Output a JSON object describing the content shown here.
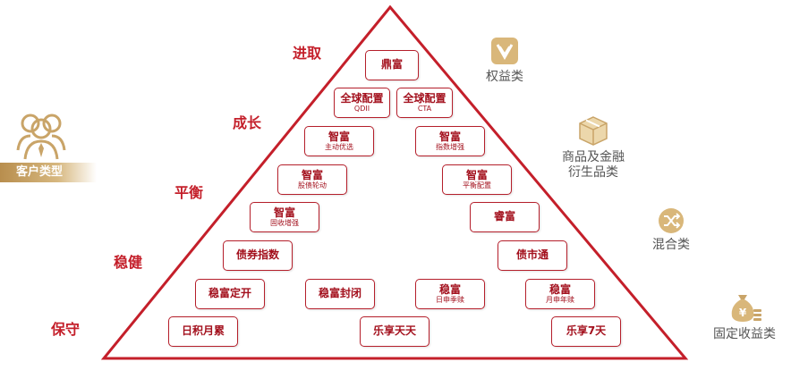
{
  "customer": {
    "label": "客户类型",
    "icon": "customer-group-icon"
  },
  "levels": {
    "aggressive": "进取",
    "growth": "成长",
    "balanced": "平衡",
    "steady": "稳健",
    "conservative": "保守"
  },
  "categories": {
    "equity": {
      "label": "权益类",
      "icon": "v-badge-icon"
    },
    "commodity": {
      "line1": "商品及金融",
      "line2": "衍生品类",
      "icon": "box-icon"
    },
    "mixed": {
      "label": "混合类",
      "icon": "shuffle-icon"
    },
    "fixed": {
      "label": "固定收益类",
      "icon": "money-bag-icon"
    }
  },
  "products": {
    "dingfu": {
      "title": "鼎富"
    },
    "global_qdii": {
      "title": "全球配置",
      "sub": "QDII"
    },
    "global_cta": {
      "title": "全球配置",
      "sub": "CTA"
    },
    "zhifu_zhudong": {
      "title": "智富",
      "sub": "主动优选"
    },
    "zhifu_zhishu": {
      "title": "智富",
      "sub": "指数增强"
    },
    "zhifu_guzhai": {
      "title": "智富",
      "sub": "股债轮动"
    },
    "zhifu_pingheng": {
      "title": "智富",
      "sub": "平衡配置"
    },
    "zhifu_gushou": {
      "title": "智富",
      "sub": "固收增强"
    },
    "ruifu": {
      "title": "睿富"
    },
    "zhaiquan": {
      "title": "债券指数"
    },
    "zhaishitong": {
      "title": "债市通"
    },
    "wenfu_dingkai": {
      "title": "稳富定开"
    },
    "wenfu_fengbi": {
      "title": "稳富封闭"
    },
    "wenfu_rishen": {
      "title": "稳富",
      "sub": "日申季赎"
    },
    "wenfu_yueshen": {
      "title": "稳富",
      "sub": "月申年赎"
    },
    "rijiyuelei": {
      "title": "日积月累"
    },
    "lexiang_tiantian": {
      "title": "乐享天天"
    },
    "lexiang_7": {
      "title": "乐享7天"
    }
  },
  "colors": {
    "accent": "#c41f2a",
    "box_border": "#b51f2b",
    "gold": "#c9a468"
  }
}
